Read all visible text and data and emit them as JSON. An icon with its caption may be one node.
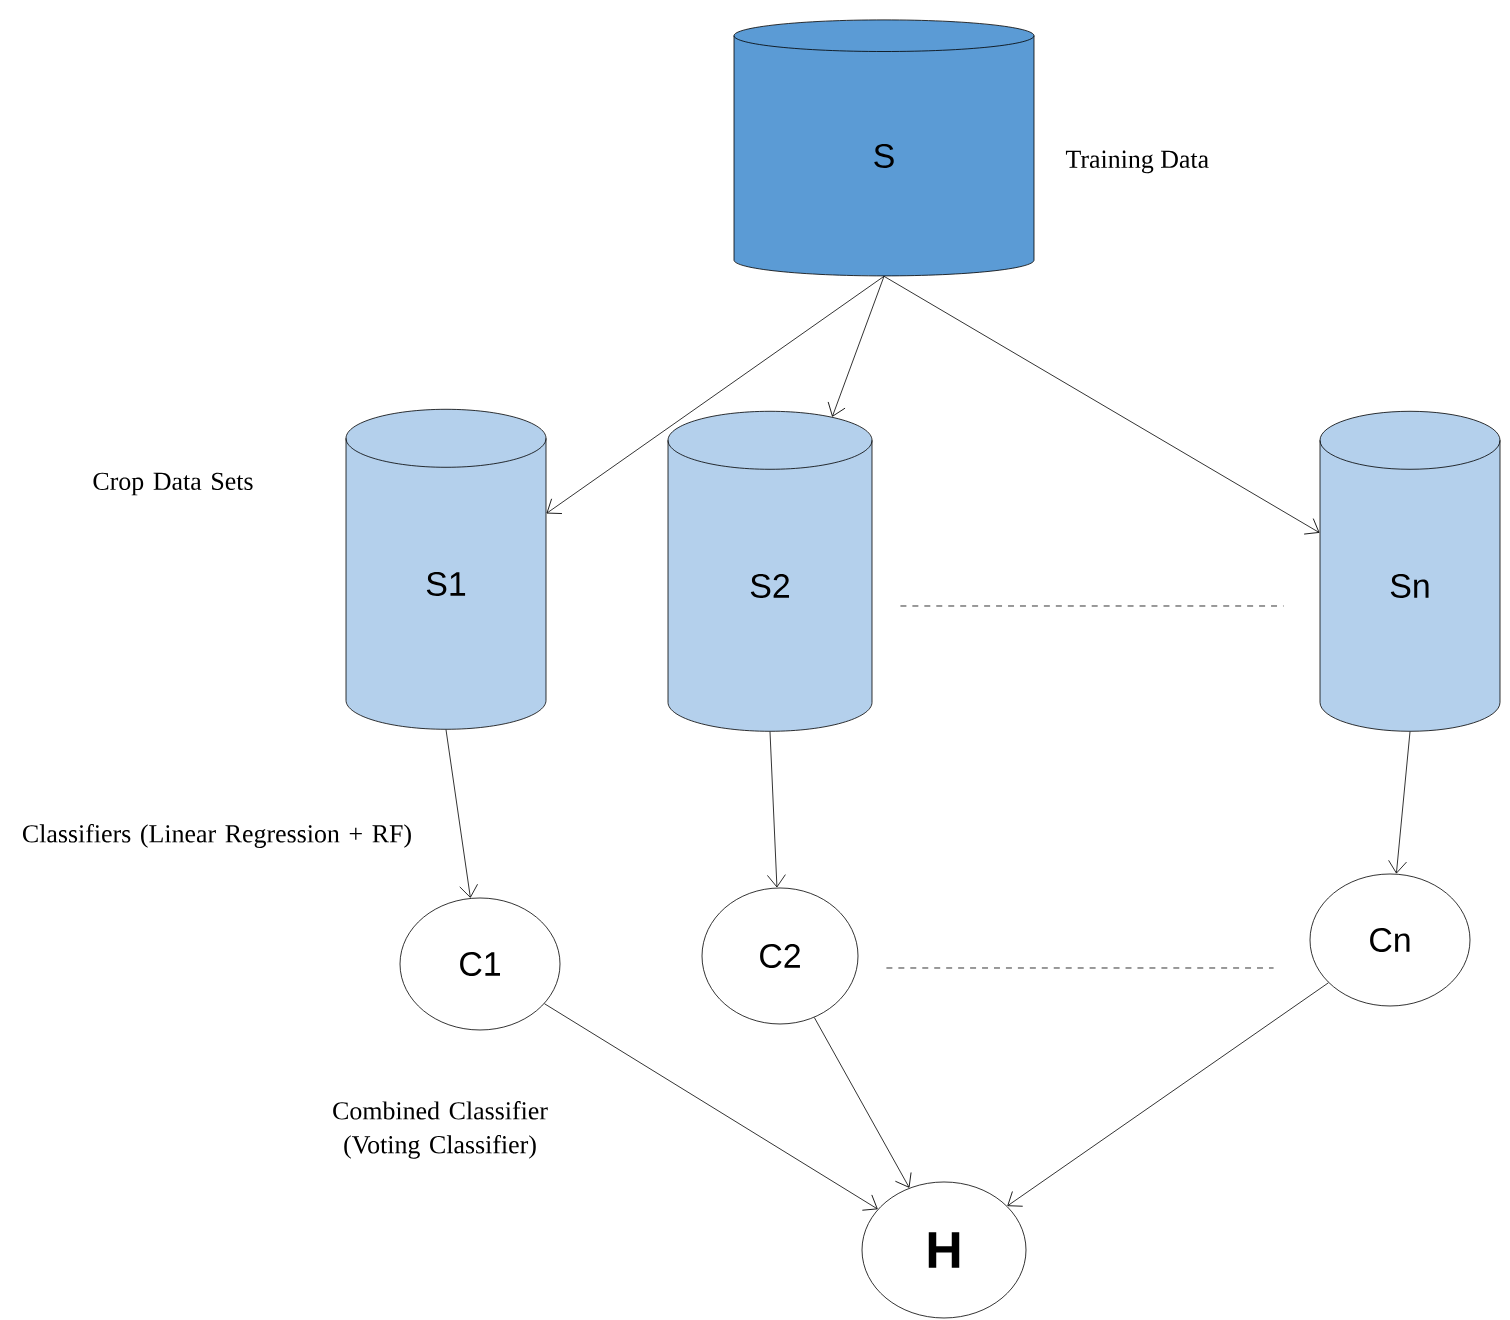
{
  "diagram": {
    "nodes": [
      {
        "text": [
          "S"
        ],
        "beside": [
          "Training Data"
        ]
      },
      {
        "text": [
          "S1"
        ]
      },
      {
        "text": [
          "S2"
        ]
      },
      {
        "text": [
          "Sn"
        ]
      },
      {
        "text": [
          "C1"
        ]
      },
      {
        "text": [
          "C2"
        ]
      },
      {
        "text": [
          "Cn"
        ]
      },
      {
        "text": [
          "H"
        ]
      }
    ],
    "edges": [
      {
        "from": 0,
        "to": 1,
        "arrow": "to"
      },
      {
        "from": 0,
        "to": 2,
        "arrow": "to"
      },
      {
        "from": 0,
        "to": 3,
        "arrow": "to"
      },
      {
        "from": 1,
        "to": 4,
        "arrow": "to"
      },
      {
        "from": 2,
        "to": 5,
        "arrow": "to"
      },
      {
        "from": 3,
        "to": 6,
        "arrow": "to"
      },
      {
        "from": 4,
        "to": 7,
        "arrow": "to"
      },
      {
        "from": 5,
        "to": 7,
        "arrow": "to"
      },
      {
        "from": 6,
        "to": 7,
        "arrow": "to"
      },
      {
        "from": 2,
        "to": 3,
        "arrow": "none",
        "style": "dashed"
      },
      {
        "from": 5,
        "to": 6,
        "arrow": "none",
        "style": "dashed"
      }
    ],
    "labels": [
      "Crop Data Sets",
      "Classifiers (Linear Regression + RF)",
      "Combined Classifier (Voting Classifier)"
    ]
  }
}
